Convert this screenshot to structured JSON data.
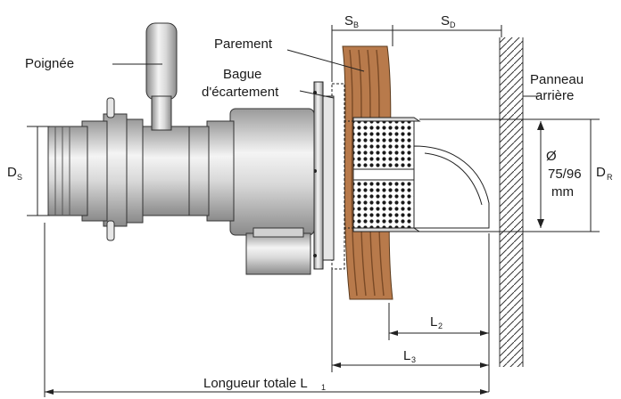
{
  "labels": {
    "poignee": "Poignée",
    "parement": "Parement",
    "bague_line1": "Bague",
    "bague_line2": "d'écartement",
    "panneau_line1": "Panneau",
    "panneau_line2": "arrière",
    "diameter_symbol": "Ø",
    "diameter_values": "75/96",
    "diameter_unit": "mm",
    "longueur_totale": "Longueur totale L",
    "longueur_sub": "1",
    "l2": "L",
    "l2_sub": "2",
    "l3": "L",
    "l3_sub": "3",
    "sb": "S",
    "sb_sub": "B",
    "sd": "S",
    "sd_sub": "D",
    "ds": "D",
    "ds_sub": "S",
    "dr": "D",
    "dr_sub": "R"
  },
  "colors": {
    "wall_wood": "#b87a4b",
    "wall_grain": "#7a4a26",
    "metal_light": "#f0f0f0",
    "metal_mid": "#c9c9c9",
    "metal_dark": "#8c8c8c",
    "perforated": "#1a1a1a"
  }
}
